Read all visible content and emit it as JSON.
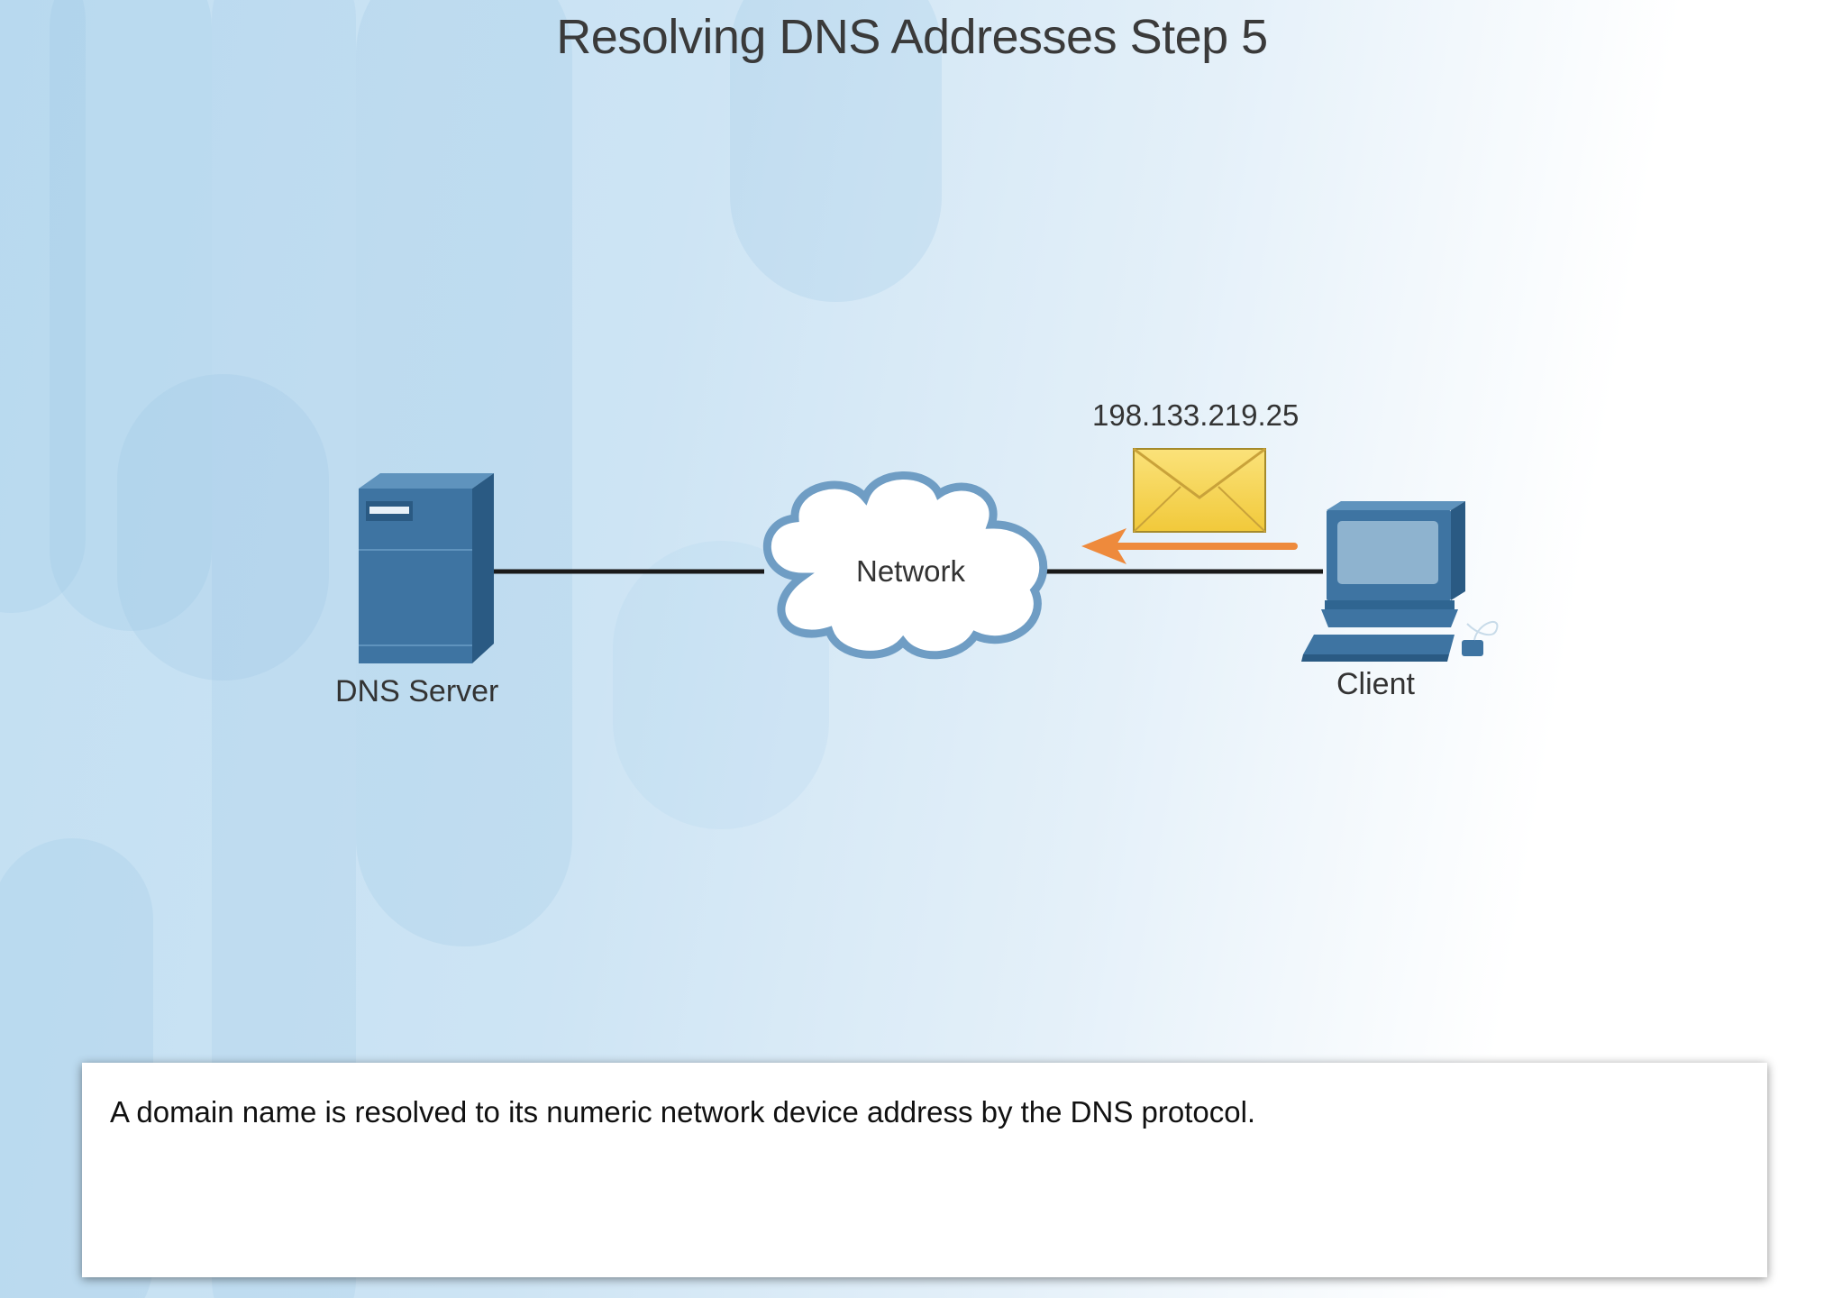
{
  "title": "Resolving DNS Addresses Step 5",
  "nodes": {
    "server_label": "DNS Server",
    "network_label": "Network",
    "client_label": "Client"
  },
  "message": {
    "ip_address": "198.133.219.25",
    "direction": "client-to-network"
  },
  "caption": "A domain name is resolved to its numeric network device address by the DNS protocol.",
  "colors": {
    "device_blue": "#3a6f9c",
    "envelope_yellow": "#f4d34d",
    "arrow_orange": "#ee8a3c",
    "link_line": "#1a1a1a"
  }
}
